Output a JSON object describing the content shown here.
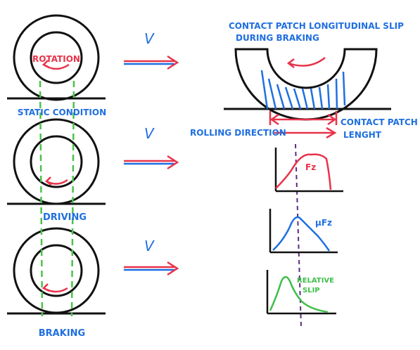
{
  "labels": {
    "rotation": "ROTATION",
    "static_condition": "STATIC CONDITION",
    "driving": "DRIVING",
    "braking": "BRAKING",
    "v_top": "V",
    "v_middle": "V",
    "v_bottom": "V",
    "contact_title_1": "CONTACT PATCH LONGITUDINAL SLIP",
    "contact_title_2": "DURING BRAKING",
    "rolling_direction": "ROLLING DIRECTION",
    "contact_patch_1": "CONTACT PATCH",
    "contact_patch_2": "LENGHT",
    "fz": "Fz",
    "mufz": "μFz",
    "relative_1": "RELATIVE",
    "relative_2": "SLIP"
  },
  "colors": {
    "ink": "#111111",
    "blue": "#1f6fe0",
    "red": "#e8334a",
    "green": "#3fbf4a",
    "purple": "#5b2a86",
    "guide_green": "#4cc24a"
  },
  "icons": [
    "rotation-arrow-icon",
    "velocity-arrow-icon",
    "rolling-direction-arrow-icon"
  ]
}
